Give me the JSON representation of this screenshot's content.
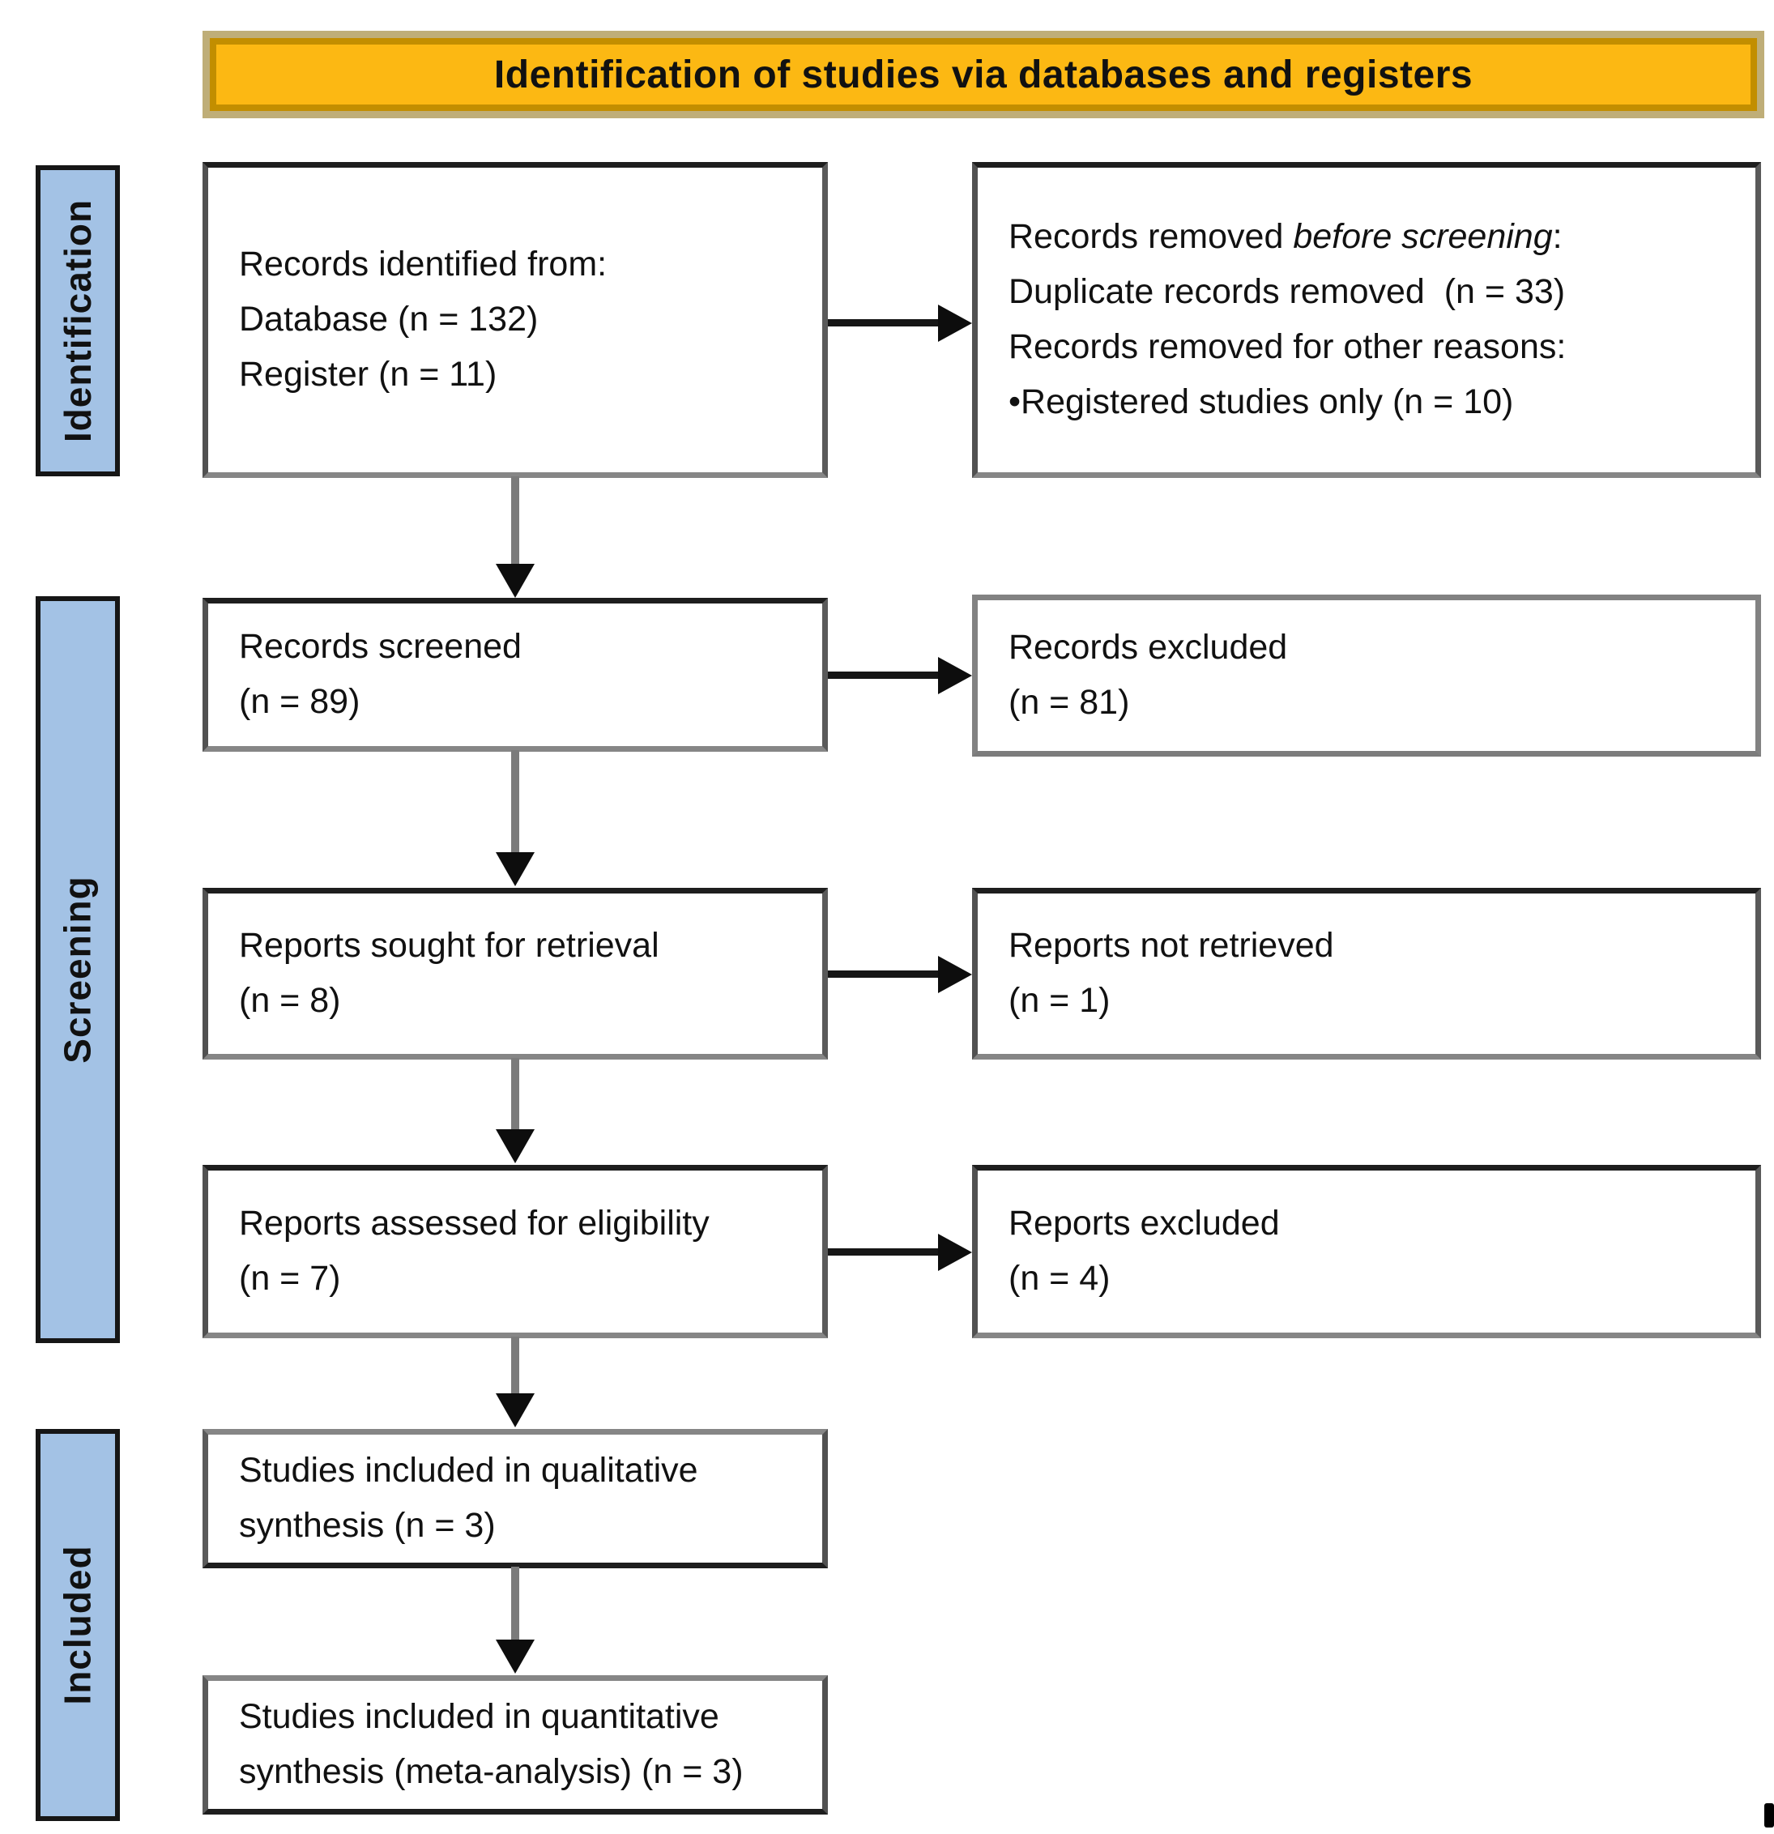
{
  "banner": {
    "title": "Identification of studies via databases and registers"
  },
  "stages": [
    {
      "label": "Identification"
    },
    {
      "label": "Screening"
    },
    {
      "label": "Included"
    }
  ],
  "boxes": {
    "records_identified": {
      "lines": [
        "Records identified from:",
        "Database (n = 132)",
        "Register (n = 11)"
      ]
    },
    "records_removed": {
      "line1_prefix": "Records removed ",
      "line1_italic": "before screening",
      "line1_suffix": ":",
      "lines": [
        "Duplicate records removed  (n = 33)",
        "Records removed for other reasons:",
        "•Registered studies only (n = 10)"
      ]
    },
    "records_screened": {
      "lines": [
        "Records screened",
        "(n = 89)"
      ]
    },
    "records_excluded": {
      "lines": [
        "Records excluded",
        "(n = 81)"
      ]
    },
    "reports_sought": {
      "lines": [
        "Reports sought for retrieval",
        "(n = 8)"
      ]
    },
    "reports_not_retrieved": {
      "lines": [
        "Reports not retrieved",
        "(n = 1)"
      ]
    },
    "reports_assessed": {
      "lines": [
        "Reports assessed for eligibility",
        "(n = 7)"
      ]
    },
    "reports_excluded": {
      "lines": [
        "Reports excluded",
        "(n = 4)"
      ]
    },
    "qualitative": {
      "lines": [
        "Studies included in qualitative",
        "synthesis (n = 3)"
      ]
    },
    "quantitative": {
      "lines": [
        "Studies included in quantitative",
        "synthesis (meta-analysis) (n = 3)"
      ]
    }
  },
  "colors": {
    "banner_fill": "#FCB813",
    "banner_border": "#BFAE78",
    "stage_fill": "#A3C2E5",
    "box_border_dark": "#1e1e1e",
    "box_border_gray": "#828282",
    "connector": "#7b7b7b",
    "arrowhead": "#0d0d0d"
  },
  "stray_mark": "."
}
